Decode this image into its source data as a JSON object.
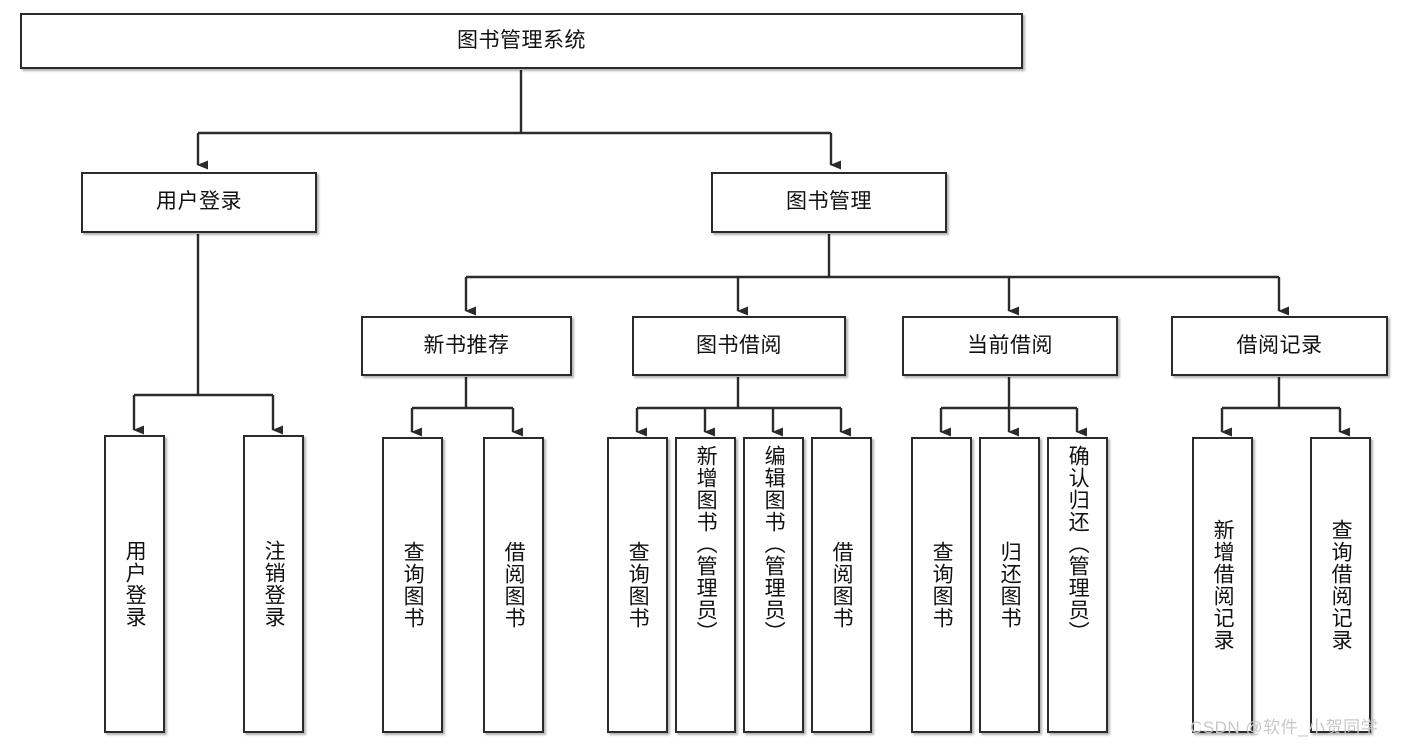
{
  "diagram": {
    "title_text": "图书管理系统",
    "watermark": "CSDN @软件_小贺同学",
    "colors": {
      "box_border": "#2b2b2b",
      "box_fill": "#ffffff",
      "edge": "#2b2b2b",
      "text": "#111111",
      "watermark": "#c8c8c8",
      "background": "#ffffff"
    },
    "root": {
      "label": "图书管理系统"
    },
    "level1": [
      {
        "label": "用户登录"
      },
      {
        "label": "图书管理"
      }
    ],
    "level2": [
      {
        "label": "新书推荐"
      },
      {
        "label": "图书借阅"
      },
      {
        "label": "当前借阅"
      },
      {
        "label": "借阅记录"
      }
    ],
    "leaves": {
      "user_login": [
        {
          "label": "用户登录"
        },
        {
          "label": "注销登录"
        }
      ],
      "new_book_recommend": [
        {
          "label": "查询图书"
        },
        {
          "label": "借阅图书"
        }
      ],
      "book_borrow": [
        {
          "label": "查询图书"
        },
        {
          "label": "新增图书（管理员）"
        },
        {
          "label": "编辑图书（管理员）"
        },
        {
          "label": "借阅图书"
        }
      ],
      "current_borrow": [
        {
          "label": "查询图书"
        },
        {
          "label": "归还图书"
        },
        {
          "label": "确认归还（管理员）"
        }
      ],
      "borrow_record": [
        {
          "label": "新增借阅记录"
        },
        {
          "label": "查询借阅记录"
        }
      ]
    }
  }
}
